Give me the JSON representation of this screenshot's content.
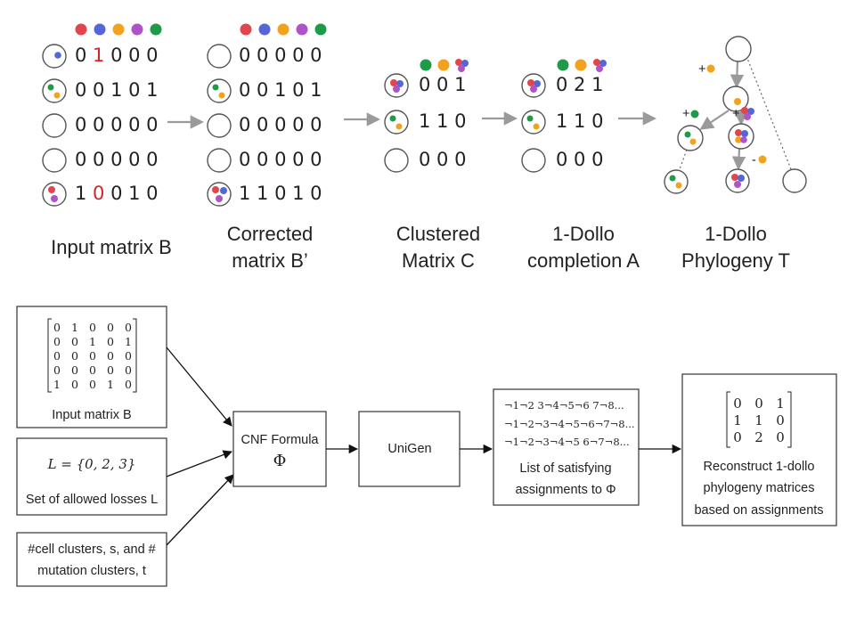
{
  "colors": {
    "red": "#e2454b",
    "blue": "#5567d6",
    "orange": "#f2a21c",
    "purple": "#ad55c8",
    "green": "#1f9a48",
    "error": "#d4232a"
  },
  "top": {
    "input": {
      "caption": [
        "Input matrix B"
      ],
      "rows": [
        "0 1 0 0 0",
        "0 0 1 0 1",
        "0 0 0 0 0",
        "0 0 0 0 0",
        "1 0 0 1 0"
      ]
    },
    "corrected": {
      "caption": [
        "Corrected",
        "matrix B’"
      ],
      "rows": [
        "0 0 0 0 0",
        "0 0 1 0 1",
        "0 0 0 0 0",
        "0 0 0 0 0",
        "1 1 0 1 0"
      ]
    },
    "clustered": {
      "caption": [
        "Clustered",
        "Matrix C"
      ],
      "rows": [
        "0 0 1",
        "1 1 0",
        "0 0 0"
      ]
    },
    "completion": {
      "caption": [
        "1-Dollo",
        "completion A"
      ],
      "rows": [
        "0 2 1",
        "1 1 0",
        "0 0 0"
      ]
    },
    "phylogeny": {
      "caption": [
        "1-Dollo",
        "Phylogeny T"
      ],
      "plus": "+",
      "minus": "-"
    }
  },
  "bottom": {
    "input_box": {
      "matrix": [
        [
          "0",
          "1",
          "0",
          "0",
          "0"
        ],
        [
          "0",
          "0",
          "1",
          "0",
          "1"
        ],
        [
          "0",
          "0",
          "0",
          "0",
          "0"
        ],
        [
          "0",
          "0",
          "0",
          "0",
          "0"
        ],
        [
          "1",
          "0",
          "0",
          "1",
          "0"
        ]
      ],
      "label": "Input matrix B"
    },
    "losses_box": {
      "formula": "L = {0, 2, 3}",
      "label": "Set of allowed losses L"
    },
    "clusters_box": {
      "label": [
        "#cell clusters, s, and #",
        "mutation clusters, t"
      ]
    },
    "cnf_box": {
      "label": "CNF Formula",
      "symbol": "Φ"
    },
    "unigen_box": {
      "label": "UniGen"
    },
    "assign_box": {
      "lines": [
        "¬1¬2 3¬4¬5¬6 7¬8...",
        "¬1¬2¬3¬4¬5¬6¬7¬8...",
        "¬1¬2¬3¬4¬5 6¬7¬8..."
      ],
      "label": [
        "List of satisfying",
        "assignments to Φ"
      ]
    },
    "reconstruct_box": {
      "matrix": [
        [
          "0",
          "0",
          "1"
        ],
        [
          "1",
          "1",
          "0"
        ],
        [
          "0",
          "2",
          "0"
        ]
      ],
      "label": [
        "Reconstruct 1-dollo",
        "phylogeny matrices",
        "based on assignments"
      ]
    }
  }
}
